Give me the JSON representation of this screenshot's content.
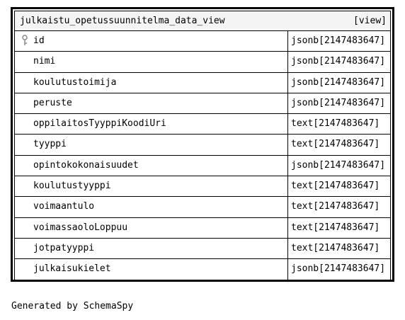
{
  "table": {
    "name": "julkaistu_opetussuunnitelma_data_view",
    "kind": "[view]",
    "columns": [
      {
        "name": "id",
        "type": "jsonb[2147483647]",
        "primary_key": true
      },
      {
        "name": "nimi",
        "type": "jsonb[2147483647]"
      },
      {
        "name": "koulutustoimija",
        "type": "jsonb[2147483647]"
      },
      {
        "name": "peruste",
        "type": "jsonb[2147483647]"
      },
      {
        "name": "oppilaitosTyyppiKoodiUri",
        "type": "text[2147483647]"
      },
      {
        "name": "tyyppi",
        "type": "text[2147483647]"
      },
      {
        "name": "opintokokonaisuudet",
        "type": "jsonb[2147483647]"
      },
      {
        "name": "koulutustyyppi",
        "type": "text[2147483647]"
      },
      {
        "name": "voimaantulo",
        "type": "text[2147483647]"
      },
      {
        "name": "voimassaoloLoppuu",
        "type": "text[2147483647]"
      },
      {
        "name": "jotpatyyppi",
        "type": "text[2147483647]"
      },
      {
        "name": "julkaisukielet",
        "type": "jsonb[2147483647]"
      }
    ]
  },
  "icons": {
    "primary_key": "key-icon"
  },
  "footer": {
    "text": "Generated by SchemaSpy"
  }
}
